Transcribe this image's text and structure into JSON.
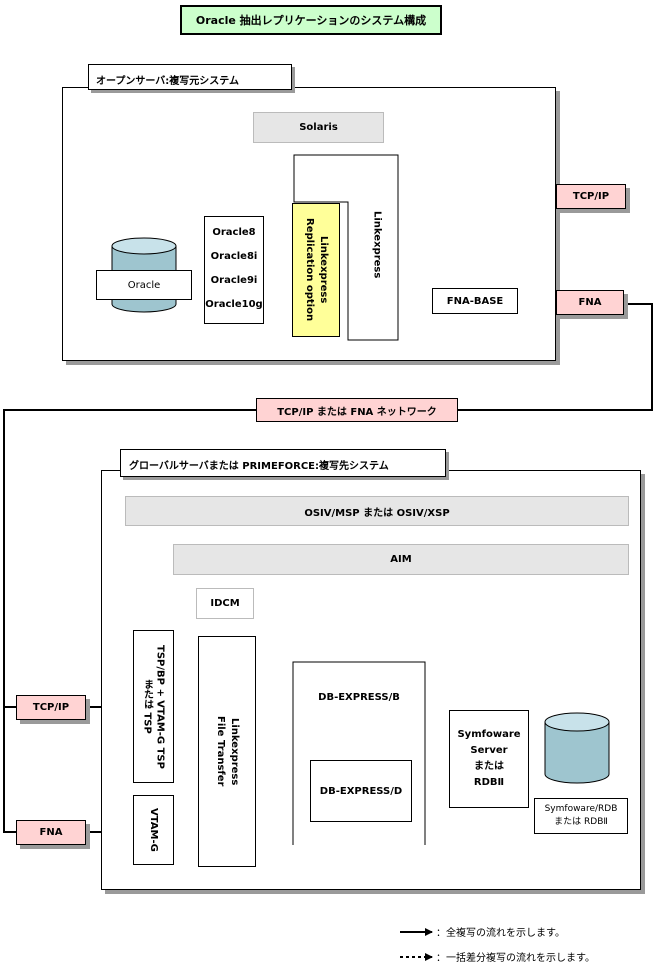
{
  "title": "Oracle 抽出レプリケーションのシステム構成",
  "source_system": {
    "label": "オープンサーバ:複写元システム",
    "os": "Solaris",
    "db_icon_label": "Oracle",
    "oracle_versions": [
      "Oracle8",
      "Oracle8i",
      "Oracle9i",
      "Oracle10g"
    ],
    "replication_option_line1": "Linkexpress",
    "replication_option_line2": "Replication option",
    "linkexpress": "Linkexpress",
    "fna_base": "FNA-BASE",
    "tcpip": "TCP/IP",
    "fna": "FNA"
  },
  "network_label": "TCP/IP または FNA ネットワーク",
  "target_system": {
    "label": "グローバルサーバまたは PRIMEFORCE:複写先システム",
    "os": "OSIV/MSP または OSIV/XSP",
    "aim": "AIM",
    "idcm": "IDCM",
    "tsp_line1": "TSP/BP + VTAM-G TSP",
    "tsp_line2": "または TSP",
    "vtam": "VTAM-G",
    "linkexpress_line1": "Linkexpress",
    "linkexpress_line2": "File Transfer",
    "db_express_b": "DB-EXPRESS/B",
    "db_express_d": "DB-EXPRESS/D",
    "symfoware_lines": [
      "Symfoware",
      "Server",
      "または",
      "RDBⅡ"
    ],
    "db_caption_line1": "Symfoware/RDB",
    "db_caption_line2": "または RDBⅡ",
    "tcpip": "TCP/IP",
    "fna": "FNA"
  },
  "legend": {
    "full_copy": "全複写の流れを示します。",
    "diff_copy": "一括差分複写の流れを示します。"
  },
  "colors": {
    "title_bg": "#ccffcc",
    "panel_gray": "#e6e6e6",
    "protocol_pink": "#ffd3d3",
    "replication_yellow": "#ffff99"
  }
}
